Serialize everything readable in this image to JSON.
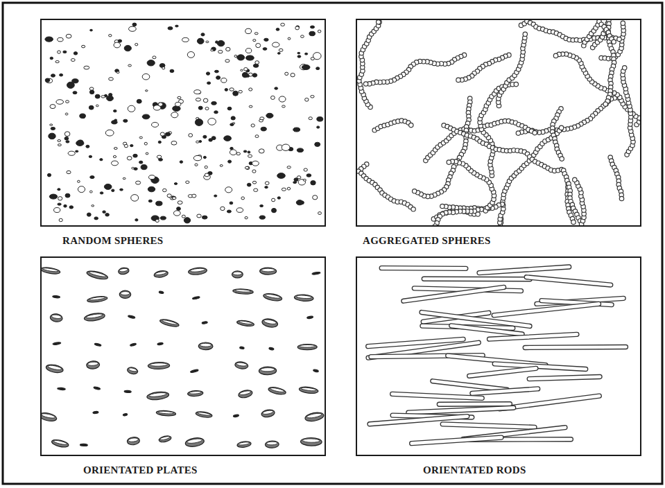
{
  "diagram": {
    "nodes": [
      {
        "text": [
          "RANDOM SPHERES"
        ]
      },
      {
        "text": [
          "AGGREGATED SPHERES"
        ]
      },
      {
        "text": [
          "ORIENTATED PLATES"
        ]
      },
      {
        "text": [
          "ORIENTATED RODS"
        ]
      }
    ]
  }
}
